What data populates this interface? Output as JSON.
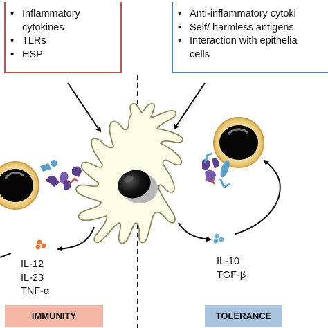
{
  "left_box": {
    "items": [
      "Inflammatory",
      "cytokines",
      "TLRs",
      "HSP"
    ],
    "bullets": [
      "•",
      "",
      "•",
      "•"
    ],
    "border_color": "#c0504d"
  },
  "right_box": {
    "items": [
      "Anti-inflammatory cytoki",
      "Self/ harmless antigens",
      "Interaction with epithelia",
      "cells"
    ],
    "bullets": [
      "•",
      "•",
      "•",
      ""
    ],
    "border_color": "#4f81bd"
  },
  "immunity_cytokines": [
    "IL-12",
    "IL-23",
    "TNF-α"
  ],
  "tolerance_cytokines": [
    "IL-10",
    "TGF-β"
  ],
  "immunity_label": "IMMUNITY",
  "tolerance_label": "TOLERANCE",
  "colors": {
    "immunity_tag": "#f4b7a6",
    "tolerance_tag": "#a9c4e0",
    "cell_fill": "#fbfbe6",
    "receptor_purple": "#5b3f8c",
    "receptor_blue": "#5aa0c8"
  }
}
